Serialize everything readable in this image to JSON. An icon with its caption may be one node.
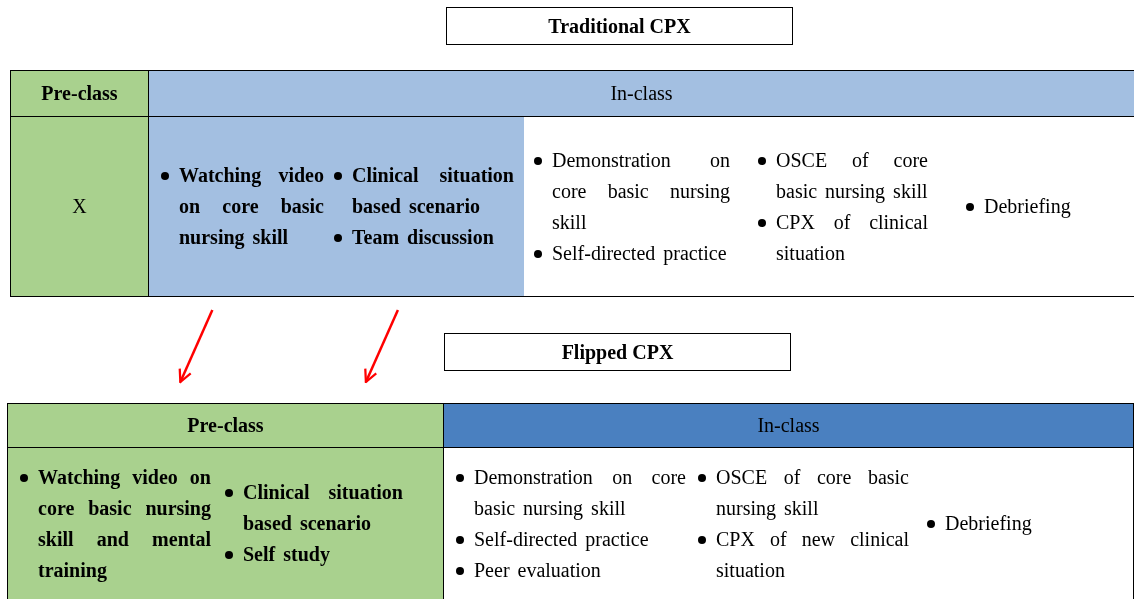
{
  "diagram": {
    "nodes": [
      {
        "text": [
          "Traditional CPX"
        ]
      },
      {
        "text": [
          "Pre-class"
        ]
      },
      {
        "text": [
          "In-class"
        ]
      },
      {
        "text": [
          "X"
        ]
      },
      {
        "text": [
          "Watching video on core basic nursing skill"
        ]
      },
      {
        "text": [
          "Clinical situation based scenario",
          "Team discussion"
        ]
      },
      {
        "text": [
          "Demonstration on core basic nursing skill",
          "Self-directed practice"
        ]
      },
      {
        "text": [
          "OSCE of core basic nursing skill",
          "CPX of clinical situation"
        ]
      },
      {
        "text": [
          "Debriefing"
        ]
      },
      {
        "text": [
          "Flipped CPX"
        ]
      },
      {
        "text": [
          "Pre-class"
        ]
      },
      {
        "text": [
          "In-class"
        ]
      },
      {
        "text": [
          "Watching video on core basic nursing skill and mental training"
        ]
      },
      {
        "text": [
          "Clinical situation based scenario",
          "Self study"
        ]
      },
      {
        "text": [
          "Demonstration on core basic nursing skill",
          "Self-directed practice",
          "Peer evaluation"
        ]
      },
      {
        "text": [
          "OSCE of core basic nursing skill",
          "CPX of new clinical situation"
        ]
      },
      {
        "text": [
          "Debriefing"
        ]
      }
    ],
    "edges": [
      {
        "from": 4,
        "to": 10,
        "arrow": "to"
      },
      {
        "from": 5,
        "to": 10,
        "arrow": "to"
      }
    ]
  }
}
